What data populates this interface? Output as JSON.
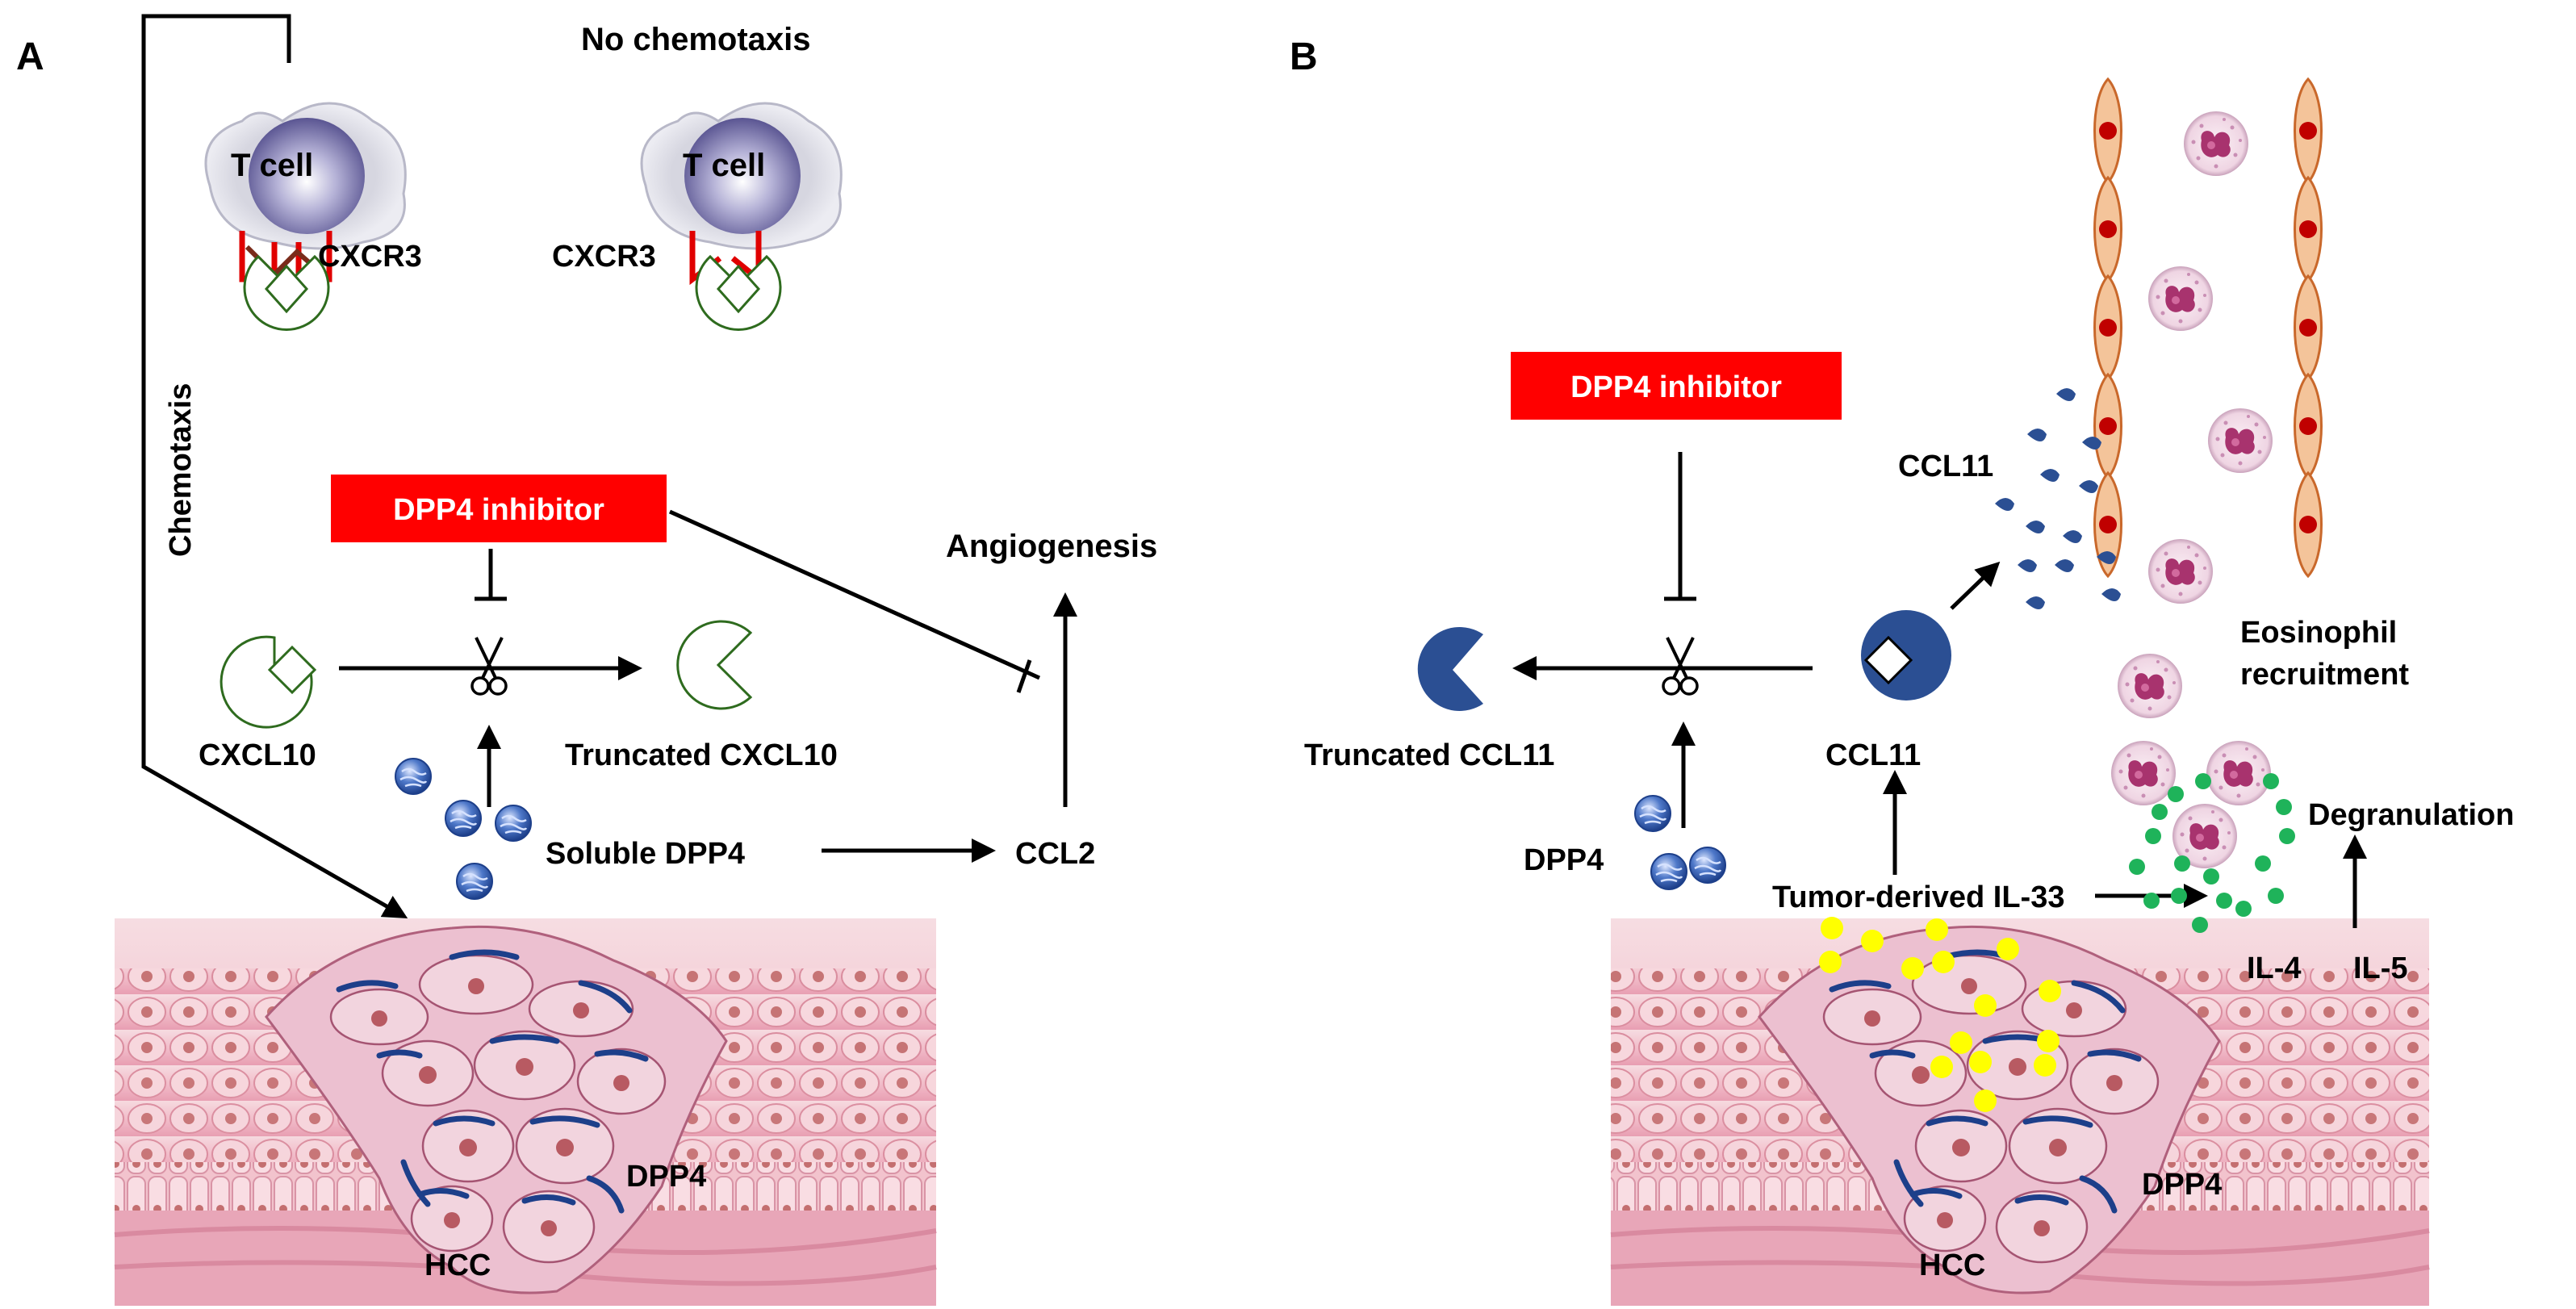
{
  "panels": {
    "a": {
      "letter": "A",
      "tcell_1": "T cell",
      "tcell_2": "T cell",
      "no_chemotaxis": "No chemotaxis",
      "cxcr3_1": "CXCR3",
      "cxcr3_2": "CXCR3",
      "chemotaxis": "Chemotaxis",
      "inhibitor": "DPP4 inhibitor",
      "angiogenesis": "Angiogenesis",
      "cxcl10": "CXCL10",
      "truncated_cxcl10": "Truncated CXCL10",
      "soluble_dpp4": "Soluble DPP4",
      "ccl2": "CCL2",
      "dpp4": "DPP4",
      "hcc": "HCC"
    },
    "b": {
      "letter": "B",
      "inhibitor": "DPP4 inhibitor",
      "ccl11_top": "CCL11",
      "eosinophil_1": "Eosinophil",
      "eosinophil_2": "recruitment",
      "truncated_ccl11": "Truncated CCL11",
      "ccl11": "CCL11",
      "degranulation": "Degranulation",
      "dpp4_soluble": "DPP4",
      "il33": "Tumor-derived IL-33",
      "il4": "IL-4",
      "il5": "IL-5",
      "dpp4": "DPP4",
      "hcc": "HCC"
    }
  },
  "colors": {
    "inhibitor_box": "#ff0000",
    "receptor": "#e00000",
    "chemokine": "#2e6b1e",
    "ccl11": "#2b4f93",
    "il33": "#ffff00",
    "il4_il5": "#1fb35a",
    "endothelial": "#f4c49a",
    "endothelial_nucleus": "#c00000",
    "tissue": "#f0b8c4",
    "cell_body": "#f7d6dc",
    "cell_nucleus": "#c86d6d",
    "dpp4_enzyme": "#1d3f8a"
  },
  "icons": [
    "t-cell-icon",
    "scissors-icon",
    "eosinophil-icon",
    "dpp4-sphere-icon",
    "endothelial-cell-icon",
    "tissue-icon"
  ]
}
